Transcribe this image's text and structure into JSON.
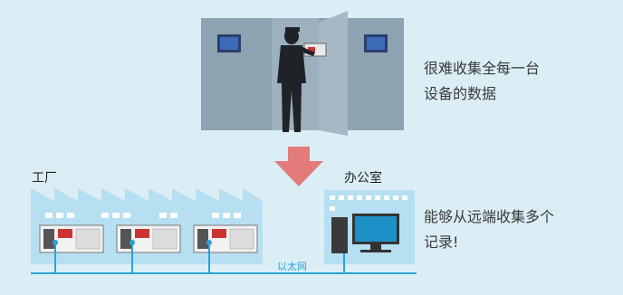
{
  "top_caption": {
    "line1": "很难收集全每一台",
    "line2": "设备的数据"
  },
  "bottom_caption": {
    "line1": "能够从远端收集多个",
    "line2": "记录!"
  },
  "factory_label": "工厂",
  "office_label": "办公室",
  "ethernet_label": "以太网",
  "colors": {
    "background": "#dbeef6",
    "cabinet": "#8da3b1",
    "arrow": "#e37b7b",
    "factory": "#b7dff2",
    "network": "#2ba3d6",
    "screen": "#1e90c8"
  },
  "icons": [
    "control-cabinet-icon",
    "technician-icon",
    "down-arrow-icon",
    "factory-building-icon",
    "plc-device-icon",
    "office-building-icon",
    "computer-icon"
  ]
}
